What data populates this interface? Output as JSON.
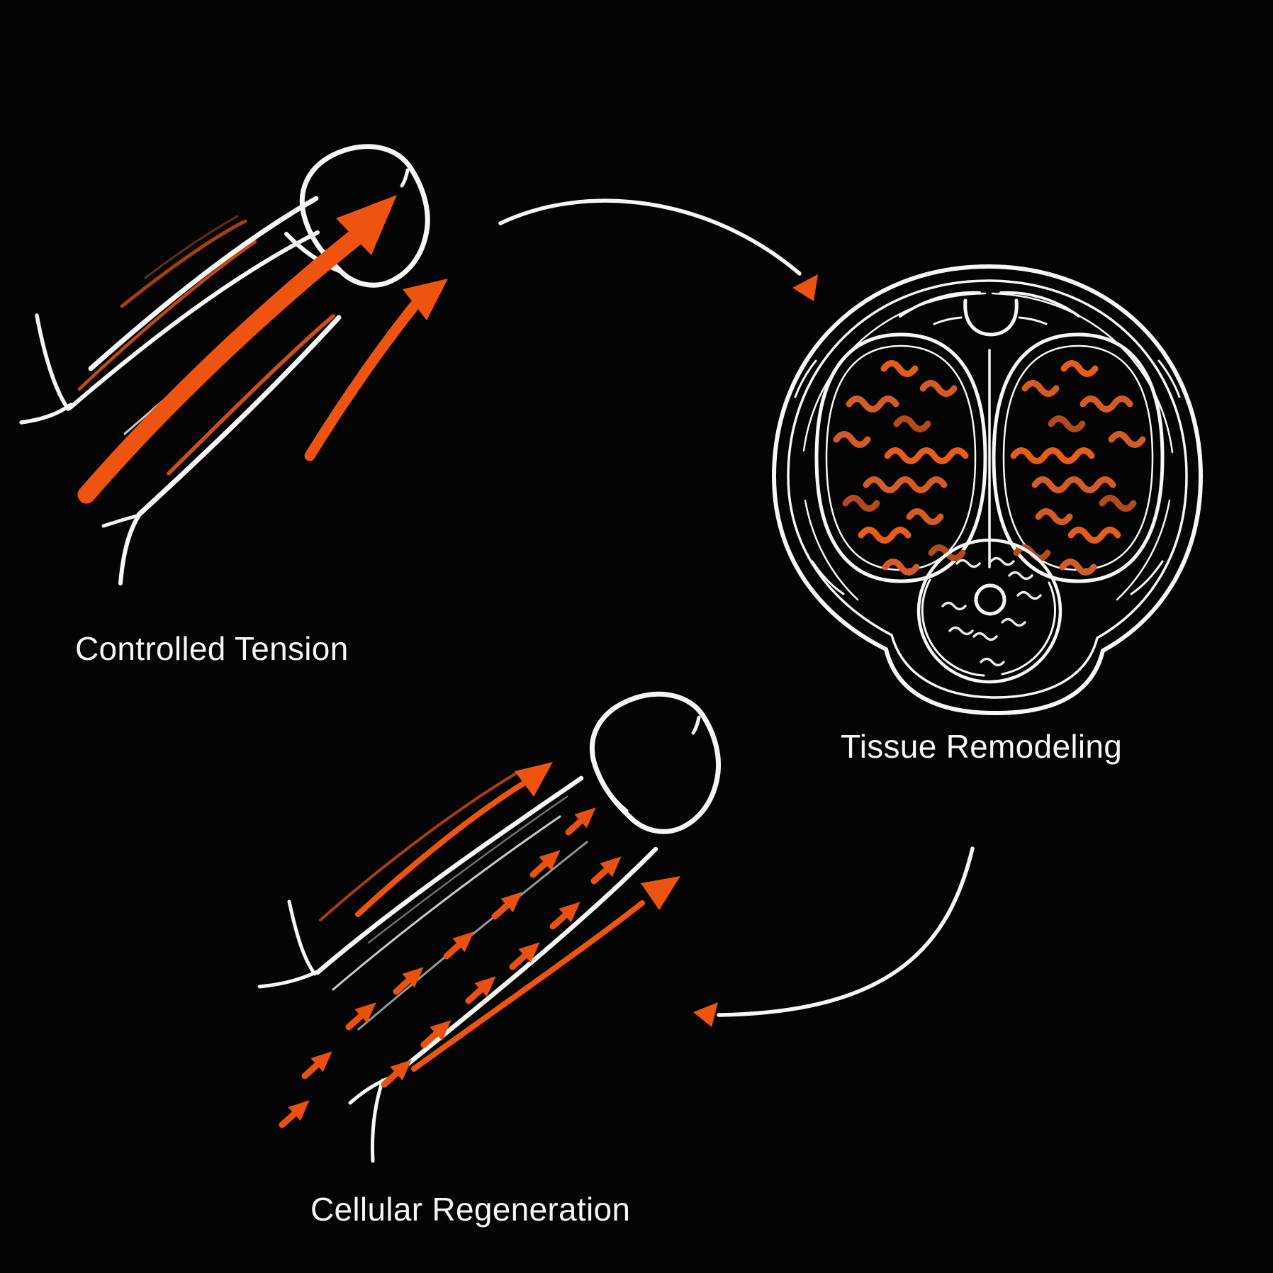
{
  "diagram": {
    "background_color": "#040404",
    "outline_color": "#f6f6f6",
    "accent_color": "#ee5310",
    "stages": [
      {
        "id": "controlled-tension",
        "label": "Controlled Tension",
        "icon": "stretched-shaft-tension-arrows-icon"
      },
      {
        "id": "tissue-remodeling",
        "label": "Tissue Remodeling",
        "icon": "penile-cross-section-icon"
      },
      {
        "id": "cellular-regeneration",
        "label": "Cellular Regeneration",
        "icon": "shaft-micro-growth-arrows-icon"
      }
    ],
    "connectors": [
      {
        "from": "controlled-tension",
        "to": "tissue-remodeling"
      },
      {
        "from": "tissue-remodeling",
        "to": "cellular-regeneration"
      }
    ]
  }
}
